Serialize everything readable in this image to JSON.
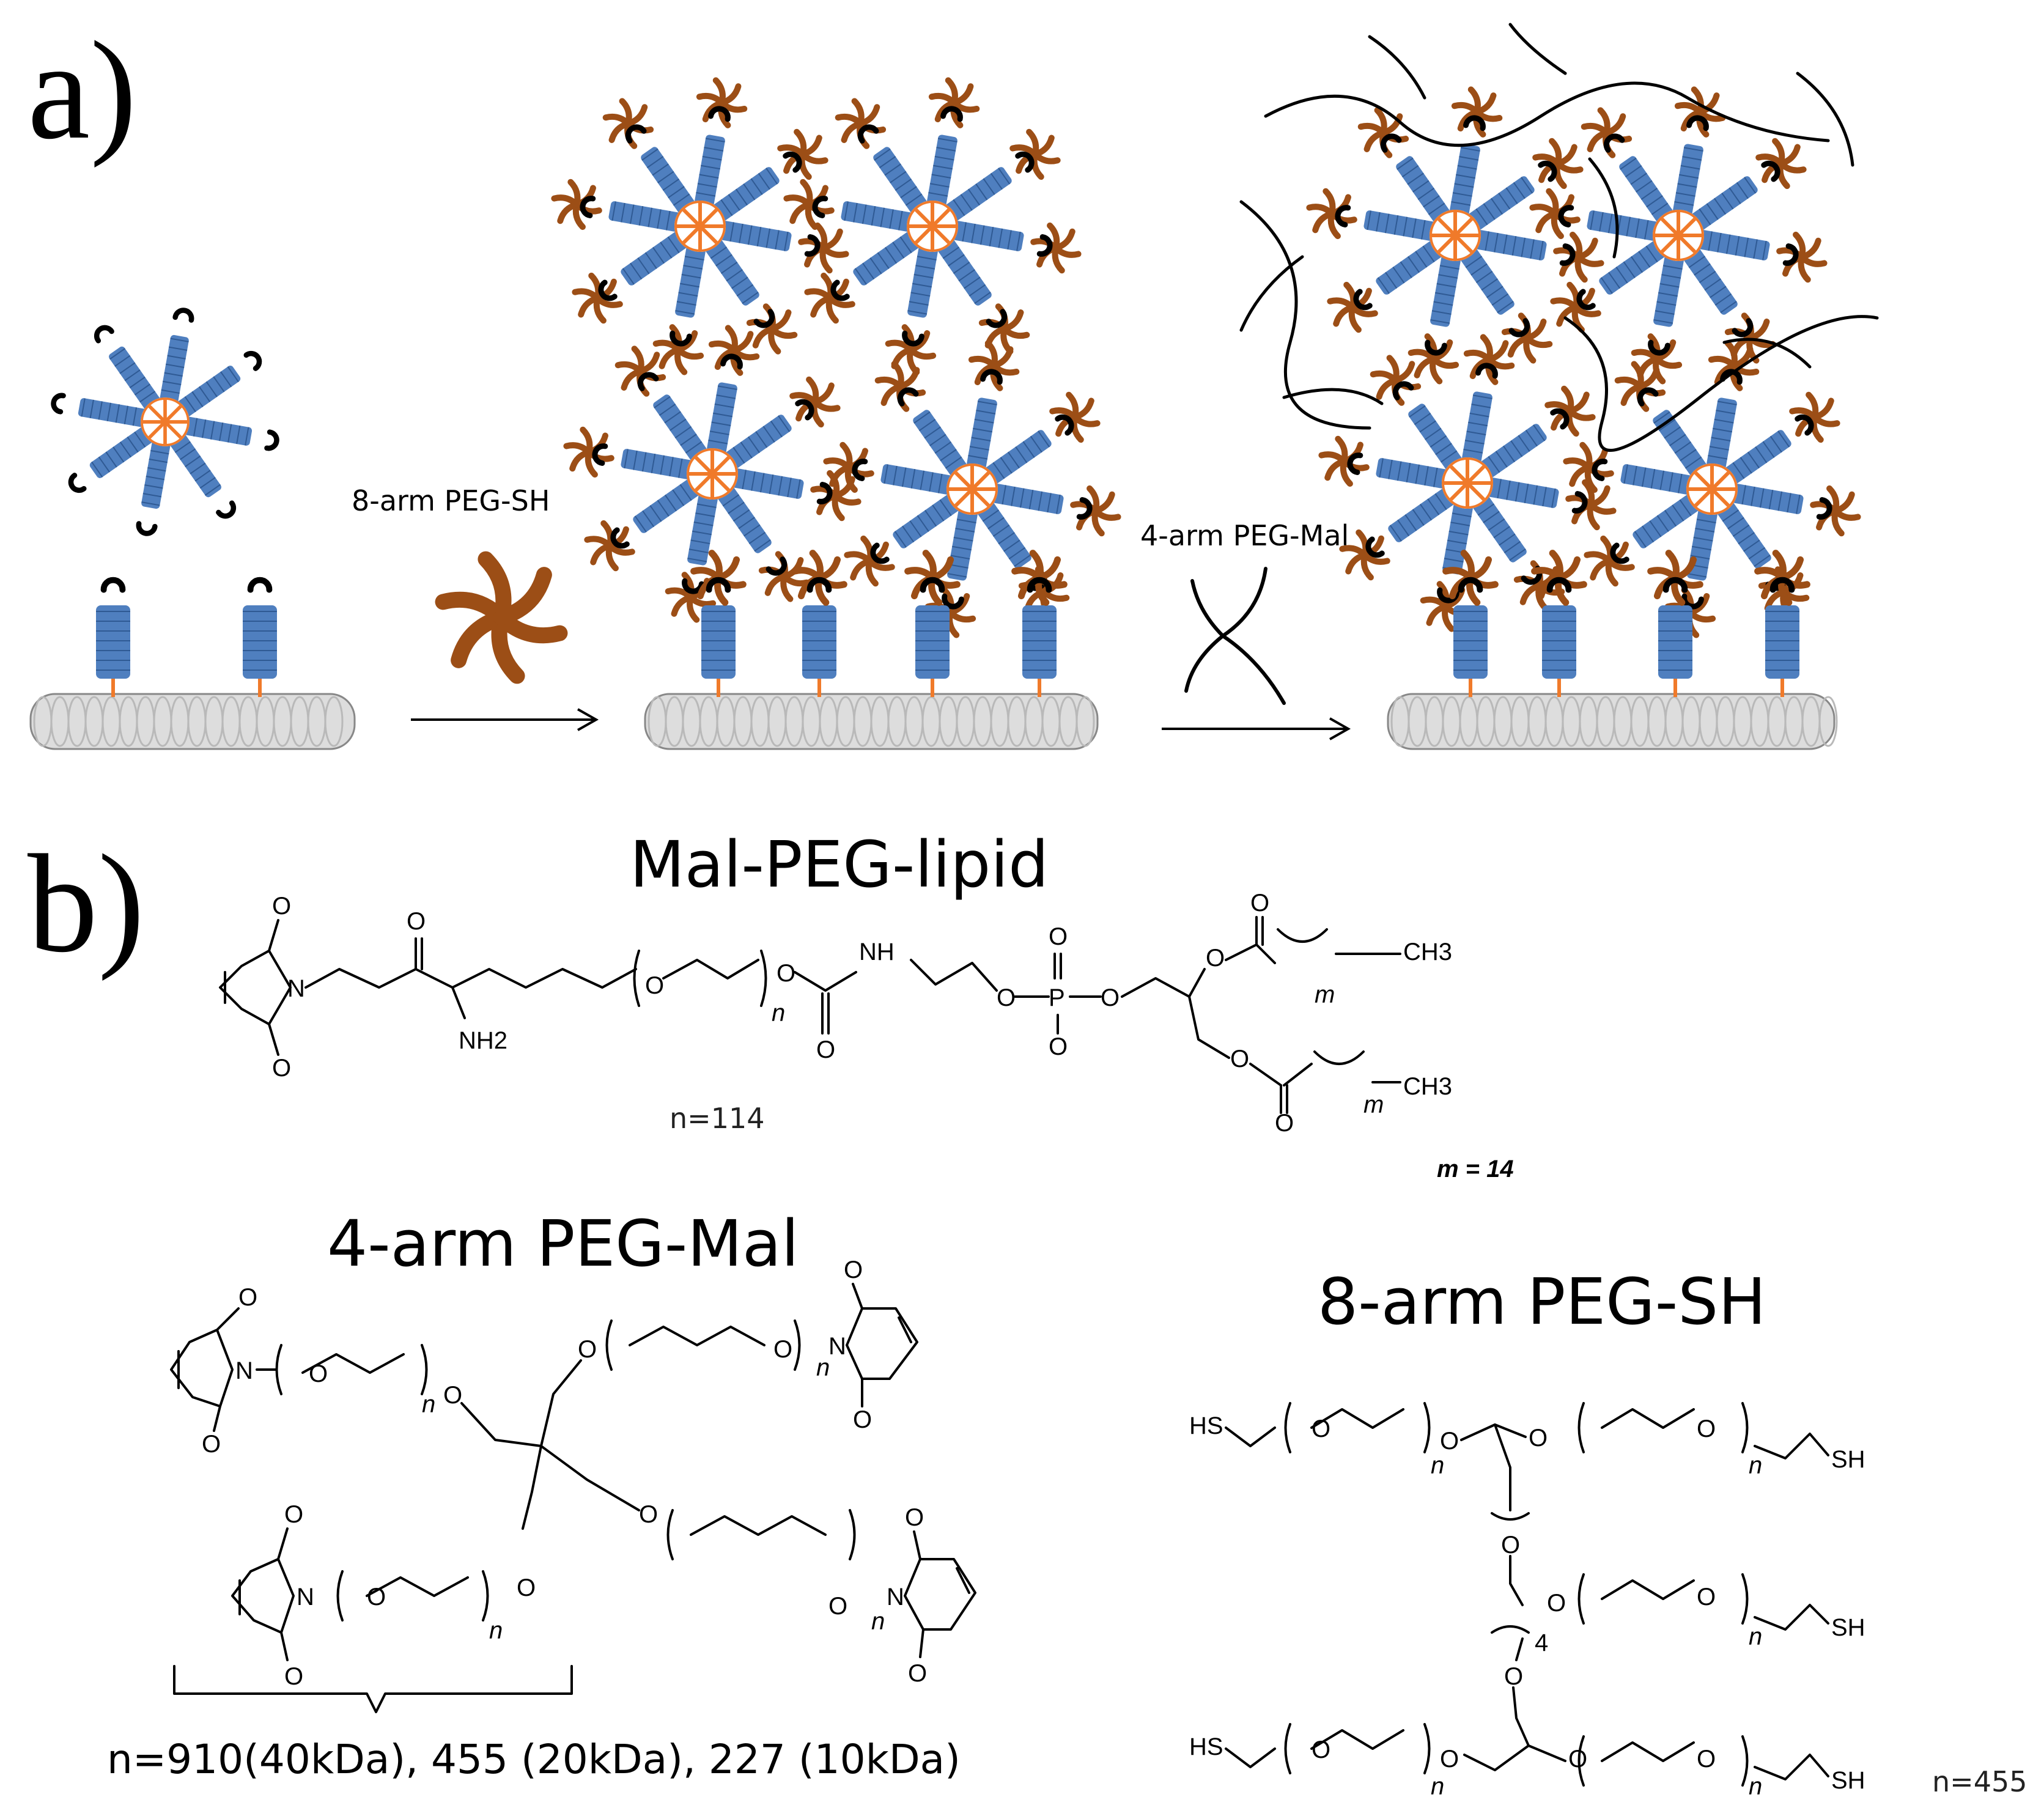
{
  "panel_a": {
    "label": "a)",
    "reagent_1": "8-arm PEG-SH",
    "reagent_2": "4-arm PEG-Mal"
  },
  "panel_b": {
    "label": "b)",
    "mal_peg_lipid": {
      "title": "Mal-PEG-lipid",
      "atoms": {
        "O": "O",
        "N": "N",
        "NH": "NH",
        "NH2": "NH2",
        "P": "P",
        "CH3": "CH3",
        "O_minus": "O"
      },
      "n_sub": "n",
      "m_sub": "m",
      "n_value": "n=114",
      "m_value": "m = 14"
    },
    "four_arm": {
      "title": "4-arm PEG-Mal",
      "n_sub": "n",
      "n_values": "n=910(40kDa), 455 (20kDa), 227 (10kDa)"
    },
    "eight_arm": {
      "title": "8-arm PEG-SH",
      "sh": "SH",
      "hs": "HS",
      "n_sub": "n",
      "four": "4",
      "n_value": "n=455"
    }
  },
  "colors": {
    "peg_blue": "#4f7fbf",
    "core_orange": "#f07a2a",
    "crosslinker_brown": "#9c4e16",
    "membrane_gray": "#b9b9b9",
    "ink": "#000000"
  }
}
